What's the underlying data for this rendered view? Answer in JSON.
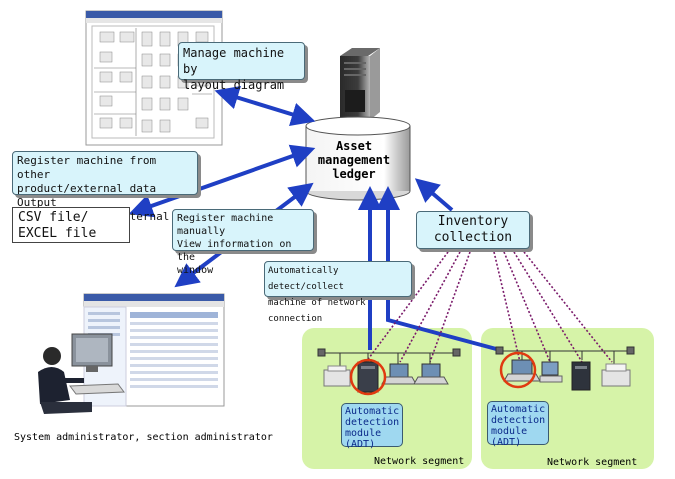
{
  "labels": {
    "manage_layout": [
      "Manage machine by",
      "layout diagram"
    ],
    "register_external": [
      "Register machine from other",
      "product/external data Output",
      "information to external data"
    ],
    "csv_file": [
      "CSV file/",
      "EXCEL file"
    ],
    "register_manual": [
      "Register machine manually",
      "View information on the",
      "window"
    ],
    "auto_detect": [
      "Automatically detect/collect",
      "machine of network connection"
    ],
    "ledger": [
      "Asset",
      "management",
      "ledger"
    ],
    "inventory": [
      "Inventory",
      "collection"
    ],
    "admin": "System administrator, section administrator",
    "adt_left": [
      "Automatic",
      "detection",
      "module",
      "(ADT)"
    ],
    "adt_right": [
      "Automatic",
      "detection",
      "module",
      "(ADT)"
    ],
    "segment_left": "Network segment",
    "segment_right": "Network segment"
  },
  "colors": {
    "arrow": "#1f3fc4",
    "callout_fill": "#d8f4fb",
    "segment_fill": "#d6f3a8",
    "adt_fill": "#9fd8f0",
    "dotted_link": "#7a1a6a",
    "highlight_circle": "#e03a10"
  },
  "icons": [
    "layout-diagram-screenshot",
    "server-icon",
    "database-cylinder-icon",
    "admin-screen-screenshot",
    "administrator-person-icon",
    "pc-tower-icon",
    "laptop-icon",
    "printer-icon",
    "hub-icon"
  ]
}
